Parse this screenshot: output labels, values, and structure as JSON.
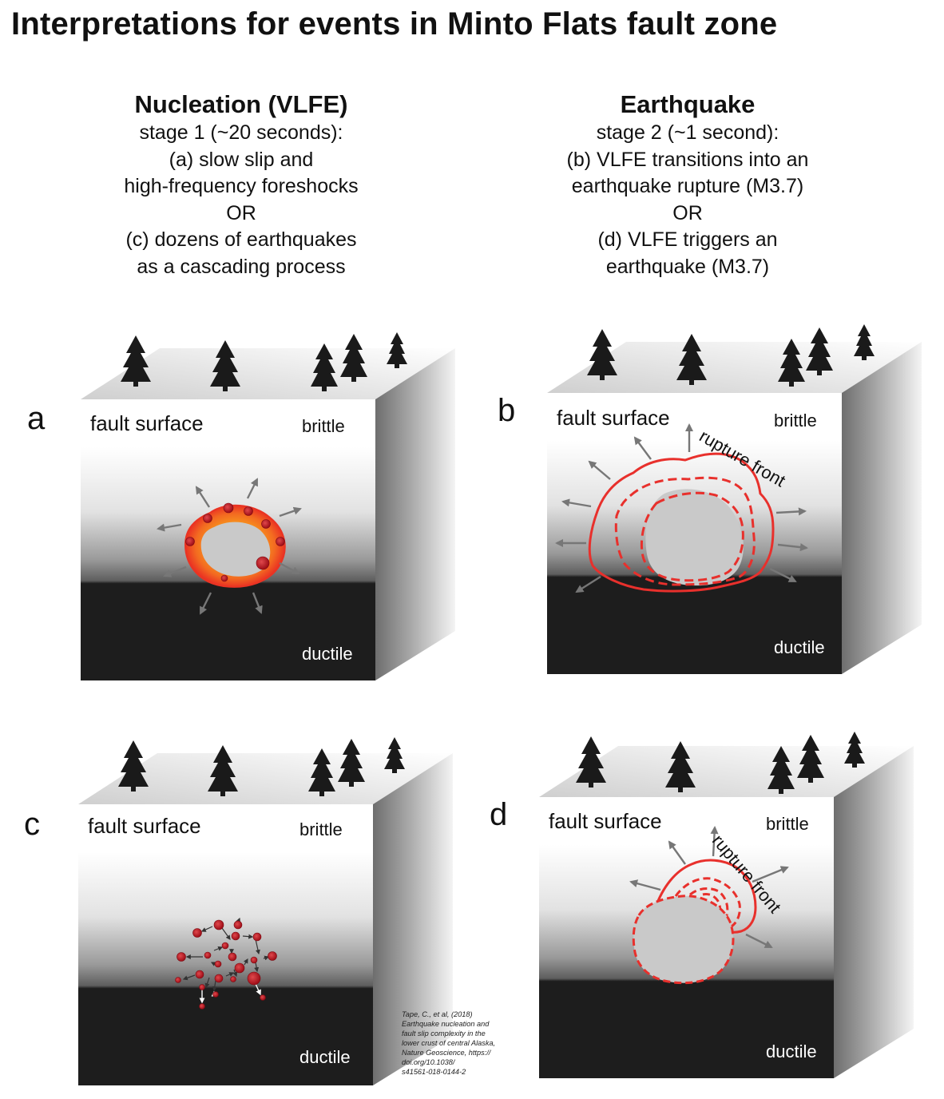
{
  "title": "Interpretations for events in Minto Flats fault zone",
  "left_column": {
    "heading": "Nucleation (VLFE)",
    "lines": [
      "stage 1 (~20 seconds):",
      "(a) slow slip and",
      "high-frequency foreshocks",
      "OR",
      "(c) dozens of earthquakes",
      "as a cascading process"
    ]
  },
  "right_column": {
    "heading": "Earthquake",
    "lines": [
      "stage 2 (~1 second):",
      "(b) VLFE transitions into an",
      "earthquake rupture (M3.7)",
      "OR",
      "(d) VLFE triggers an",
      "earthquake (M3.7)"
    ]
  },
  "panels": {
    "a": {
      "letter": "a",
      "fault_surface": "fault surface",
      "brittle": "brittle",
      "ductile": "ductile"
    },
    "b": {
      "letter": "b",
      "fault_surface": "fault surface",
      "brittle": "brittle",
      "ductile": "ductile",
      "rupture_label": "rupture front"
    },
    "c": {
      "letter": "c",
      "fault_surface": "fault surface",
      "brittle": "brittle",
      "ductile": "ductile"
    },
    "d": {
      "letter": "d",
      "fault_surface": "fault surface",
      "brittle": "brittle",
      "ductile": "ductile",
      "rupture_label": "rupture front"
    }
  },
  "citation": [
    "Tape, C., et al, (2018)",
    "Earthquake nucleation and",
    "fault slip complexity in the",
    "lower crust of central Alaska,",
    "Nature Geoscience, https://",
    "doi.org/10.1038/",
    "s41561-018-0144-2"
  ],
  "colors": {
    "rupture": "#e8302c",
    "arrow": "#777777",
    "ductile": "#1d1d1d",
    "quake": "#b5121b",
    "nucleation_outer": "#ef3b24",
    "nucleation_inner": "#f7941d",
    "tree": "#1a1a1a"
  },
  "icons": [
    "tree-icon",
    "arrow-icon",
    "earthquake-dot-icon"
  ]
}
